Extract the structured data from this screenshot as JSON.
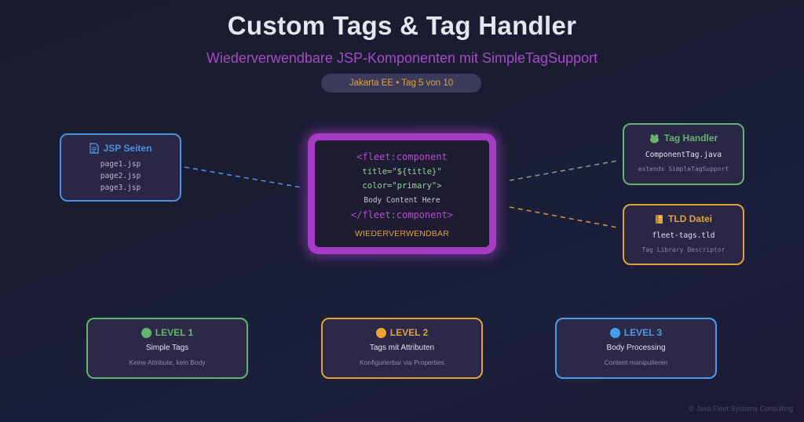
{
  "header": {
    "title": "Custom Tags & Tag Handler",
    "subtitle": "Wiederverwendbare JSP-Komponenten mit SimpleTagSupport",
    "badge": "Jakarta EE • Tag 5 von 10"
  },
  "jsp_pages": {
    "icon": "document-icon",
    "title": "JSP Seiten",
    "files": [
      "page1.jsp",
      "page2.jsp",
      "page3.jsp"
    ],
    "color": "#4a8fe0"
  },
  "component": {
    "lines": {
      "open_tag": "<fleet:component",
      "attr_title": "title=\"${title}\"",
      "attr_color": "color=\"primary\">",
      "body": "Body Content Here",
      "close_tag": "</fleet:component>"
    },
    "label": "WIEDERVERWENDBAR",
    "color": "#a63cc6"
  },
  "tag_handler": {
    "icon": "frog-icon",
    "title": "Tag Handler",
    "file": "ComponentTag.java",
    "description": "extends SimpleTagSupport",
    "color": "#62b46e"
  },
  "tld_file": {
    "icon": "notebook-icon",
    "title": "TLD Datei",
    "file": "fleet-tags.tld",
    "description": "Tag Library Descriptor",
    "color": "#e0a23a"
  },
  "levels": [
    {
      "label": "LEVEL 1",
      "title": "Simple Tags",
      "description": "Keine Attribute, kein Body",
      "color": "#62b46e"
    },
    {
      "label": "LEVEL 2",
      "title": "Tags mit Attributen",
      "description": "Konfigurierbar via Properties",
      "color": "#e0a23a"
    },
    {
      "label": "LEVEL 3",
      "title": "Body Processing",
      "description": "Content manipulieren",
      "color": "#4a9be8"
    }
  ],
  "footer": "© Java Fleet Systems Consulting"
}
